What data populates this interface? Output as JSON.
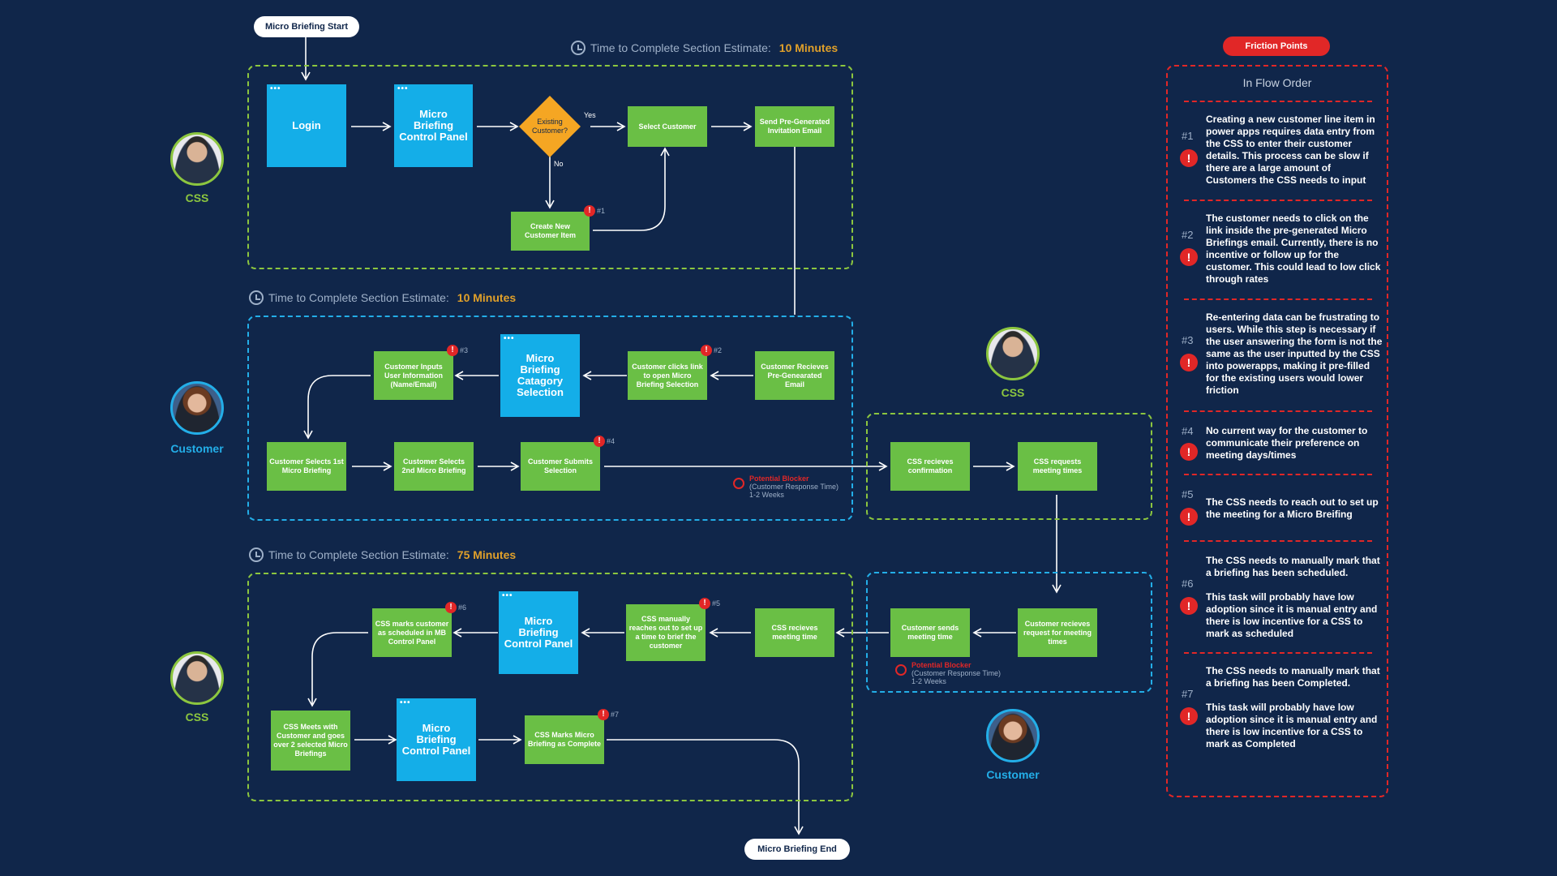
{
  "start_label": "Micro Briefing Start",
  "end_label": "Micro Briefing End",
  "friction_label": "Friction Points",
  "estimates": [
    {
      "text": "Time to Complete Section Estimate:",
      "value": "10 Minutes"
    },
    {
      "text": "Time to Complete Section Estimate:",
      "value": "10 Minutes"
    },
    {
      "text": "Time to Complete Section Estimate:",
      "value": "75 Minutes"
    }
  ],
  "roles": {
    "css": "CSS",
    "customer": "Customer"
  },
  "section1": {
    "login": "Login",
    "mb_control_panel": "Micro Briefing Control Panel",
    "decision": "Existing Customer?",
    "yes": "Yes",
    "no": "No",
    "select_customer": "Select Customer",
    "send_email": "Send Pre-Generated Invitation Email",
    "create_customer": "Create New Customer Item"
  },
  "section2": {
    "receives_email": "Customer Recieves Pre-Genearated Email",
    "clicks_link": "Customer clicks link to open Micro Briefing Selection",
    "category": "Micro Briefing Catagory Selection",
    "inputs": "Customer Inputs User Information (Name/Email)",
    "selects_1st": "Customer Selects 1st Micro Briefing",
    "selects_2nd": "Customer Selects 2nd Micro Briefing",
    "submits": "Customer Submits Selection"
  },
  "section_css1": {
    "receives_conf": "CSS recieves confirmation",
    "requests_times": "CSS requests meeting times"
  },
  "section_cust2": {
    "receives_request": "Customer recieves request for meeting times",
    "sends_time": "Customer sends meeting time"
  },
  "section3": {
    "receives_time": "CSS recieves meeting time",
    "manually_reaches": "CSS manually reaches out to set up a time to brief the customer",
    "control_panel": "Micro Briefing Control Panel",
    "marks_scheduled": "CSS marks customer as scheduled in MB Control Panel",
    "meets": "CSS Meets with Customer and goes over 2 selected Micro Briefings",
    "control_panel2": "Micro Briefing Control Panel",
    "marks_complete": "CSS Marks Micro Briefing as Complete"
  },
  "blocker": {
    "title": "Potential Blocker",
    "line1": "(Customer Response Time)",
    "line2": "1-2 Weeks"
  },
  "flags": [
    "#1",
    "#2",
    "#3",
    "#4",
    "#5",
    "#6",
    "#7"
  ],
  "friction": {
    "title": "In Flow Order",
    "items": [
      {
        "num": "#1",
        "text": "Creating a new customer line item in power apps requires data entry from the CSS to enter their customer details. This process can be slow if there are a large amount of Customers the CSS needs to input"
      },
      {
        "num": "#2",
        "text": "The customer needs to click on the link inside the pre-generated Micro Briefings email. Currently, there is no incentive or follow up for the customer. This could lead to low click through rates"
      },
      {
        "num": "#3",
        "text": "Re-entering data can be frustrating to users. While this step is necessary if the user answering the form is not the same as the user inputted by the CSS into powerapps, making it pre-filled for the existing users would lower friction"
      },
      {
        "num": "#4",
        "text": "No current way for the customer to communicate their preference on meeting days/times"
      },
      {
        "num": "#5",
        "text": "The CSS needs to reach out to set up the meeting for a Micro Breifing"
      },
      {
        "num": "#6",
        "text": "The CSS needs to manually mark that a briefing has been scheduled.\n\nThis task will probably have low adoption since it is manual entry and there is low incentive for a CSS to mark as scheduled"
      },
      {
        "num": "#7",
        "text": "The CSS needs to manually mark that a briefing has been Completed.\n\nThis task will probably have low adoption since it is manual entry and there is low incentive for a CSS to mark as Completed"
      }
    ]
  },
  "colors": {
    "background": "#10264a",
    "green": "#6abf45",
    "blue": "#14aee8",
    "red": "#e12727",
    "amber": "#f5a623",
    "estimate": "#e0a02a"
  }
}
